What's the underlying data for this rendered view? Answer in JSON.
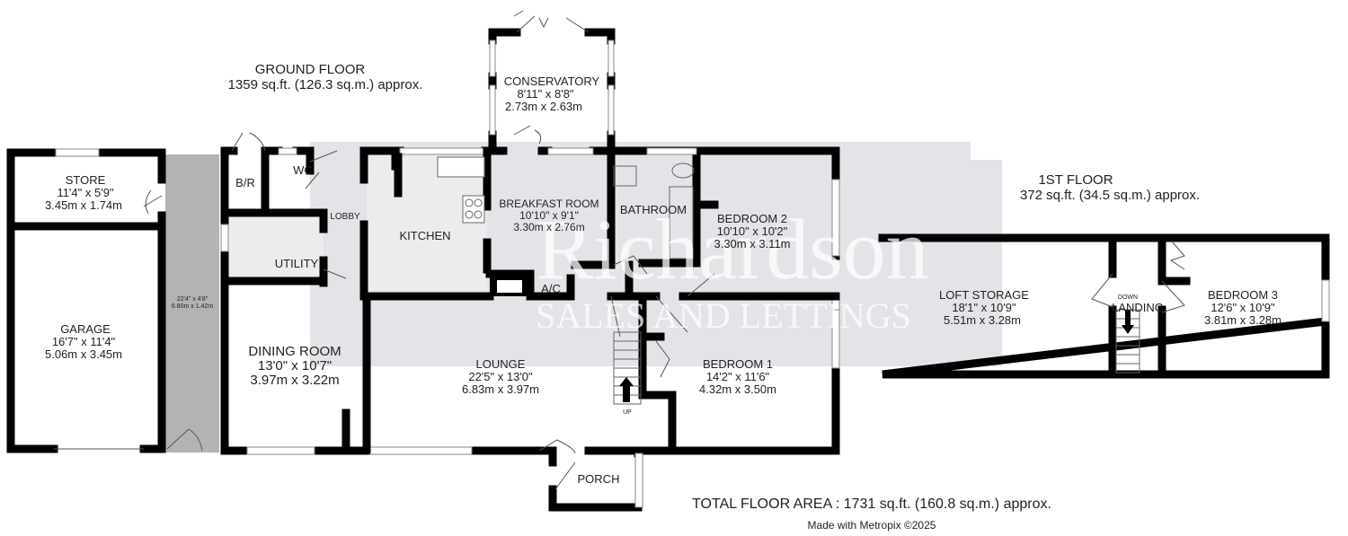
{
  "watermark": {
    "brand": "Richardson",
    "tagline": "SALES AND LETTINGS"
  },
  "ground_floor": {
    "title": "GROUND FLOOR",
    "area": "1359 sq.ft. (126.3 sq.m.) approx.",
    "rooms": {
      "store": {
        "name": "STORE",
        "imperial": "11'4\"  x 5'9\"",
        "metric": "3.45m  x 1.74m"
      },
      "garage": {
        "name": "GARAGE",
        "imperial": "16'7\"  x 11'4\"",
        "metric": "5.06m  x 3.45m"
      },
      "passage": {
        "imperial": "22'4\"  x 4'8\"",
        "metric": "6.80m  x 1.42m"
      },
      "br": {
        "name": "B/R"
      },
      "wc": {
        "name": "WC"
      },
      "lobby": {
        "name": "LOBBY"
      },
      "utility": {
        "name": "UTILITY"
      },
      "dining": {
        "name": "DINING ROOM",
        "imperial": "13'0\"  x 10'7\"",
        "metric": "3.97m  x 3.22m"
      },
      "kitchen": {
        "name": "KITCHEN"
      },
      "conservatory": {
        "name": "CONSERVATORY",
        "imperial": "8'11\"  x 8'8\"",
        "metric": "2.73m  x 2.63m"
      },
      "breakfast": {
        "name": "BREAKFAST ROOM",
        "imperial": "10'10\"  x 9'1\"",
        "metric": "3.30m  x 2.76m"
      },
      "ac": {
        "name": "A/C"
      },
      "bathroom": {
        "name": "BATHROOM"
      },
      "bedroom2": {
        "name": "BEDROOM 2",
        "imperial": "10'10\"  x 10'2\"",
        "metric": "3.30m  x 3.11m"
      },
      "lounge": {
        "name": "LOUNGE",
        "imperial": "22'5\"  x 13'0\"",
        "metric": "6.83m  x 3.97m"
      },
      "bedroom1": {
        "name": "BEDROOM 1",
        "imperial": "14'2\"  x 11'6\"",
        "metric": "4.32m  x 3.50m"
      },
      "porch": {
        "name": "PORCH"
      },
      "stairs": {
        "label": "UP"
      }
    }
  },
  "first_floor": {
    "title": "1ST FLOOR",
    "area": "372 sq.ft. (34.5 sq.m.) approx.",
    "rooms": {
      "loft": {
        "name": "LOFT STORAGE",
        "imperial": "18'1\"  x 10'9\"",
        "metric": "5.51m  x 3.28m"
      },
      "landing": {
        "name": "LANDING"
      },
      "stairs": {
        "label": "DOWN"
      },
      "bedroom3": {
        "name": "BEDROOM 3",
        "imperial": "12'6\"  x 10'9\"",
        "metric": "3.81m  x 3.28m"
      }
    }
  },
  "footer": {
    "total": "TOTAL FLOOR AREA : 1731 sq.ft. (160.8 sq.m.) approx.",
    "credit": "Made with Metropix ©2025"
  },
  "colors": {
    "walls": "#000000",
    "passage": "#b3b3b3",
    "watermark_box": "#e3e4e8"
  }
}
